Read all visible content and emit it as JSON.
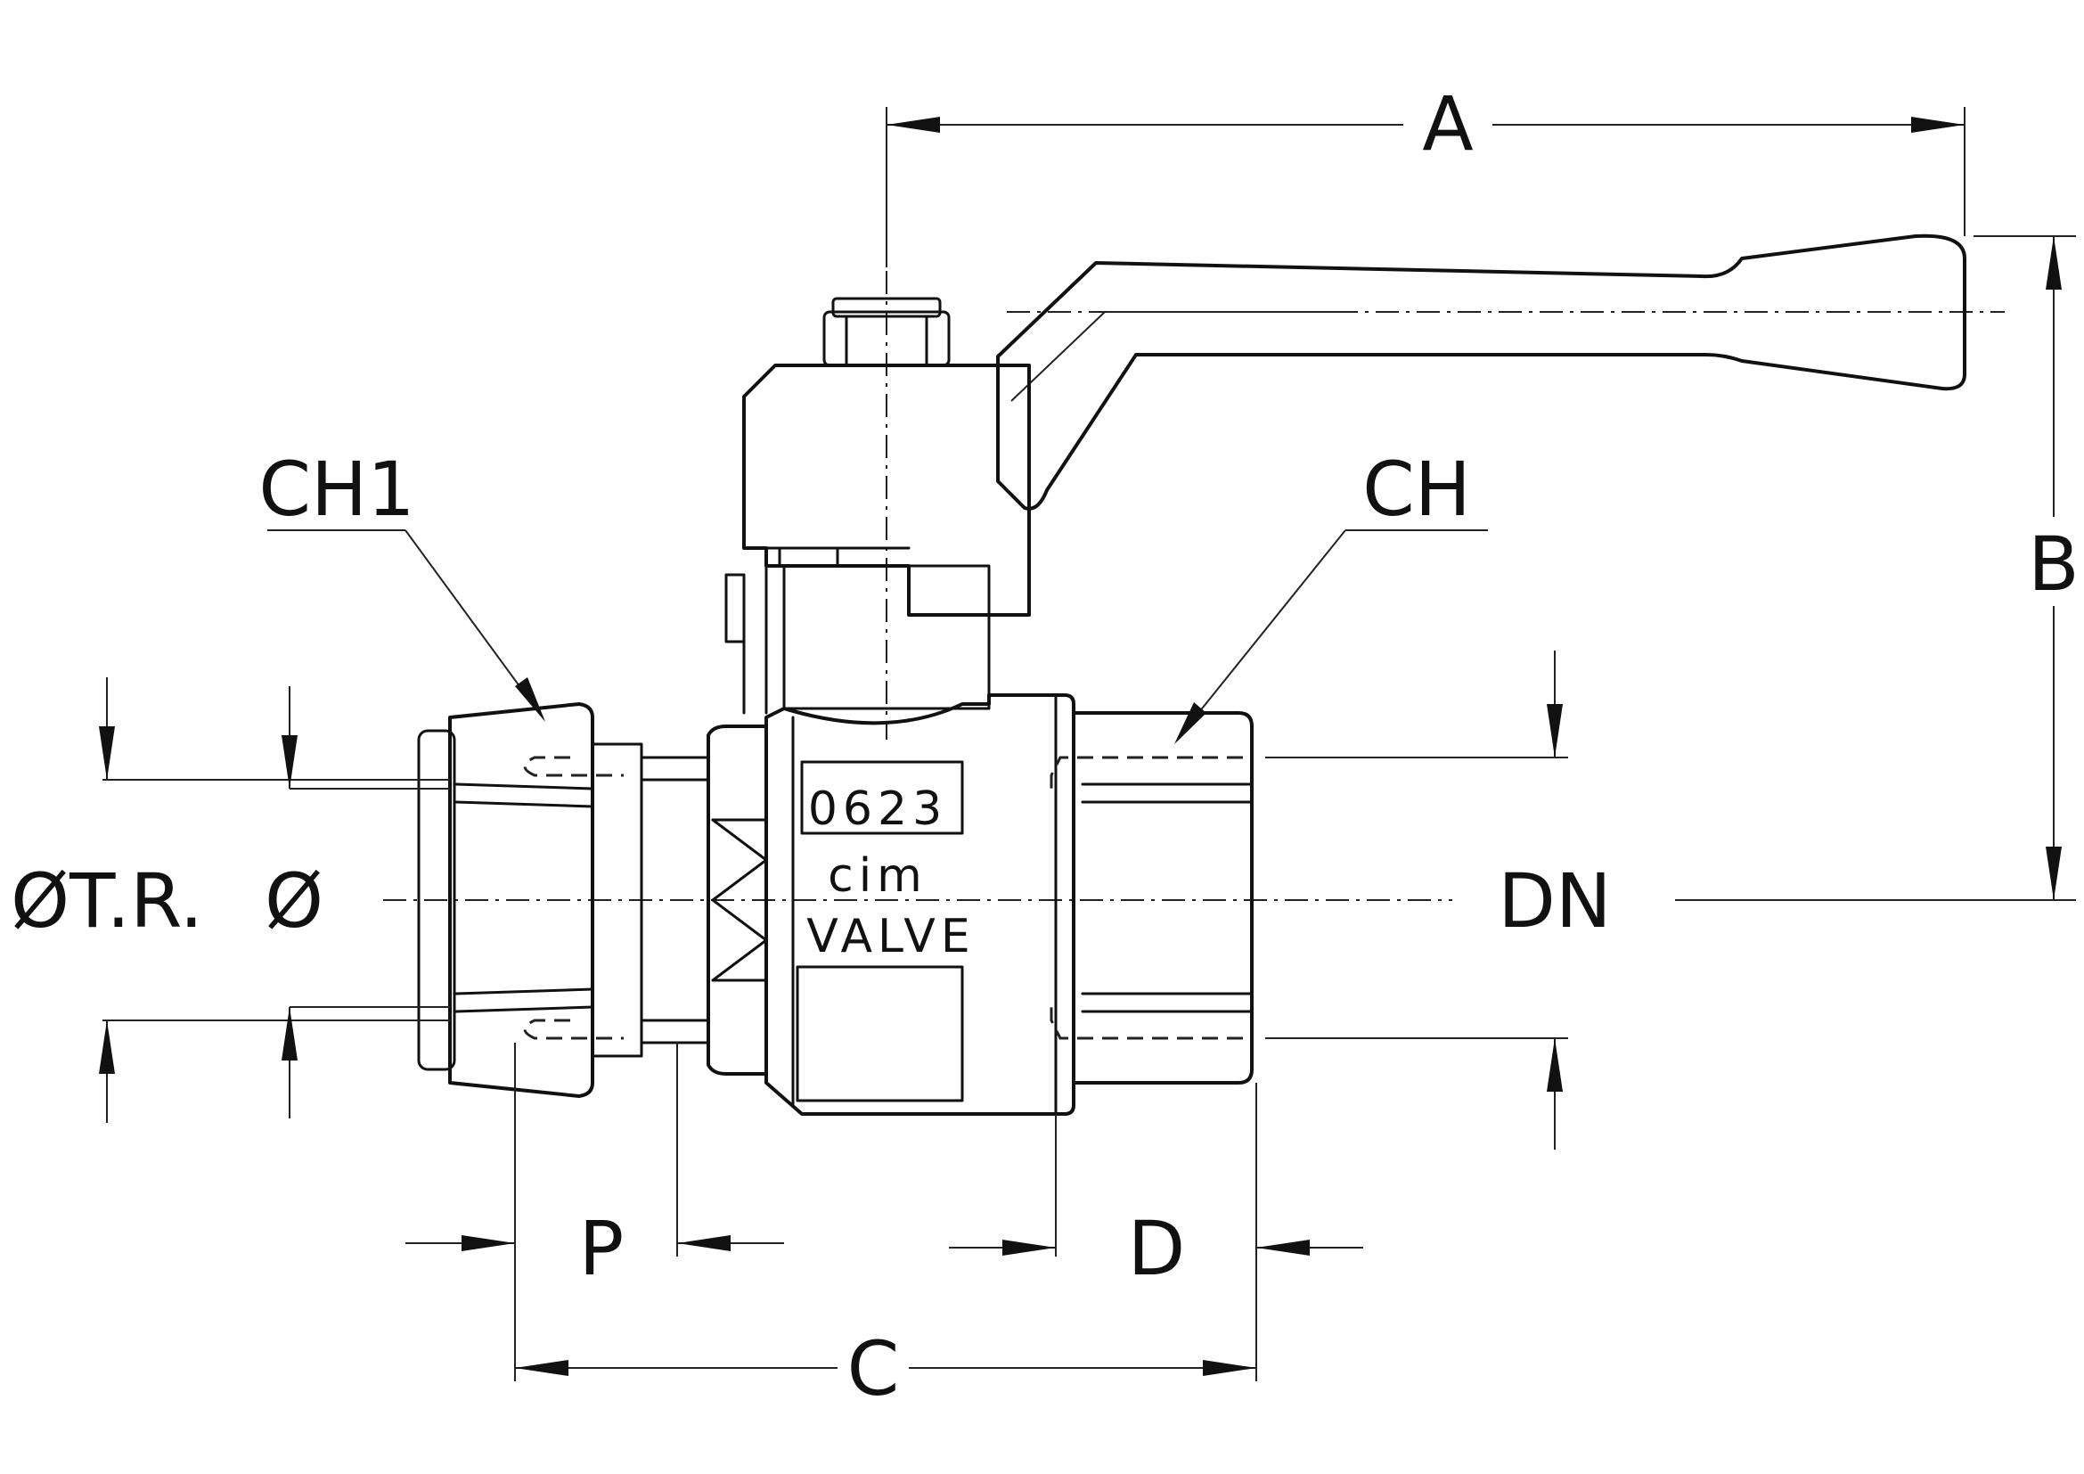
{
  "labels": {
    "dim_a": "A",
    "dim_b": "B",
    "dim_c": "C",
    "dim_d": "D",
    "dim_p": "P",
    "dim_dn": "DN",
    "dim_ch": "CH",
    "dim_ch1": "CH1",
    "dim_otr": "ØT.R.",
    "dim_o": "Ø"
  },
  "body_marking": {
    "code": "0623",
    "brand": "cim",
    "word": "VALVE"
  }
}
